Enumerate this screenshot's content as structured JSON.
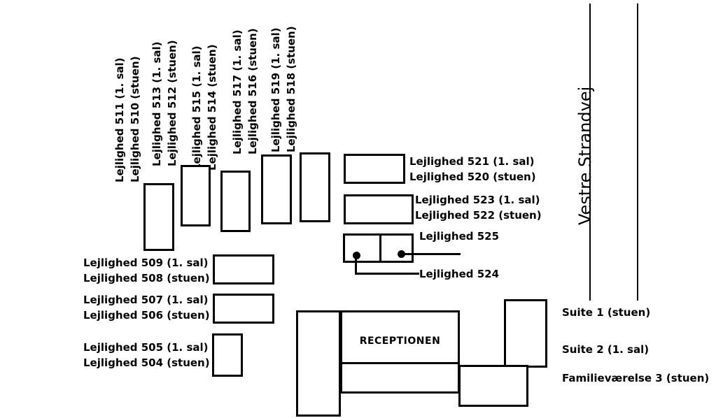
{
  "street": {
    "name": "Vestre Strandvej"
  },
  "reception": {
    "label": "RECEPTIONEN"
  },
  "north_buildings": [
    {
      "upper": "Lejlighed 511 (1. sal)",
      "lower": "Lejlighed 510 (stuen)"
    },
    {
      "upper": "Lejlighed 513 (1. sal)",
      "lower": "Lejlighed 512 (stuen)"
    },
    {
      "upper": "Lejlighed 515 (1. sal)",
      "lower": "Lejlighed 514 (stuen)"
    },
    {
      "upper": "Lejlighed 517 (1. sal)",
      "lower": "Lejlighed 516 (stuen)"
    },
    {
      "upper": "Lejlighed 519 (1. sal)",
      "lower": "Lejlighed 518 (stuen)"
    }
  ],
  "east_buildings": [
    {
      "upper": "Lejlighed 521 (1. sal)",
      "lower": "Lejlighed 520 (stuen)"
    },
    {
      "upper": "Lejlighed 523 (1. sal)",
      "lower": "Lejlighed 522 (stuen)"
    }
  ],
  "corner_building": {
    "unit_525": "Lejlighed 525",
    "unit_524": "Lejlighed 524"
  },
  "west_buildings": [
    {
      "upper": "Lejlighed 509 (1. sal)",
      "lower": "Lejlighed 508 (stuen)"
    },
    {
      "upper": "Lejlighed 507 (1. sal)",
      "lower": "Lejlighed 506 (stuen)"
    },
    {
      "upper": "Lejlighed 505 (1. sal)",
      "lower": "Lejlighed 504 (stuen)"
    }
  ],
  "south_rooms": [
    {
      "label": "Suite 1 (stuen)"
    },
    {
      "label": "Suite 2 (1. sal)"
    },
    {
      "label": "Familieværelse 3 (stuen)"
    }
  ],
  "colors": {
    "ink": "#000000",
    "background": "#ffffff"
  }
}
